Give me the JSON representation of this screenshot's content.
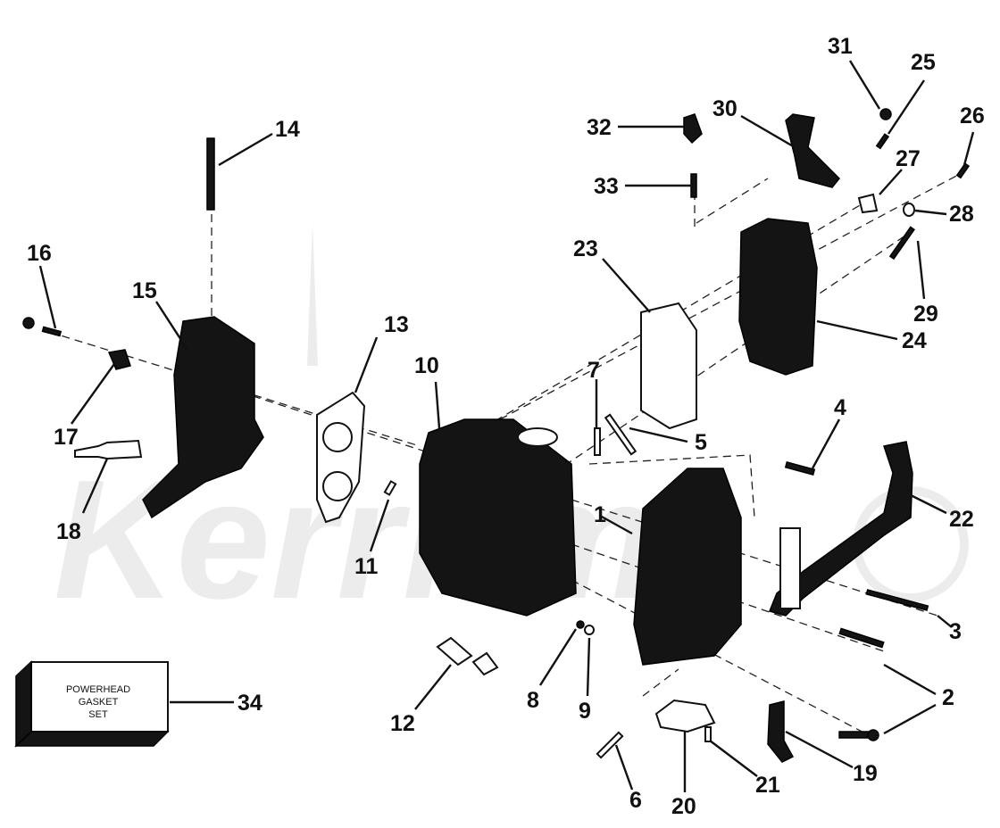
{
  "parts_box": {
    "line1": "POWERHEAD",
    "line2": "GASKET",
    "line3": "SET"
  },
  "callouts": {
    "c1": "1",
    "c2a": "2",
    "c3": "3",
    "c4": "4",
    "c5": "5",
    "c6": "6",
    "c7": "7",
    "c8": "8",
    "c9": "9",
    "c10": "10",
    "c11": "11",
    "c12": "12",
    "c13": "13",
    "c14": "14",
    "c15": "15",
    "c16": "16",
    "c17": "17",
    "c18": "18",
    "c19": "19",
    "c20": "20",
    "c21": "21",
    "c22": "22",
    "c23": "23",
    "c24": "24",
    "c25": "25",
    "c26": "26",
    "c27": "27",
    "c28": "28",
    "c29": "29",
    "c30": "30",
    "c31": "31",
    "c32": "32",
    "c33": "33",
    "c34": "34"
  },
  "watermark": {
    "text": "Kerrifm",
    "color": "#ececec"
  },
  "colors": {
    "ink": "#111111",
    "background": "#ffffff"
  }
}
